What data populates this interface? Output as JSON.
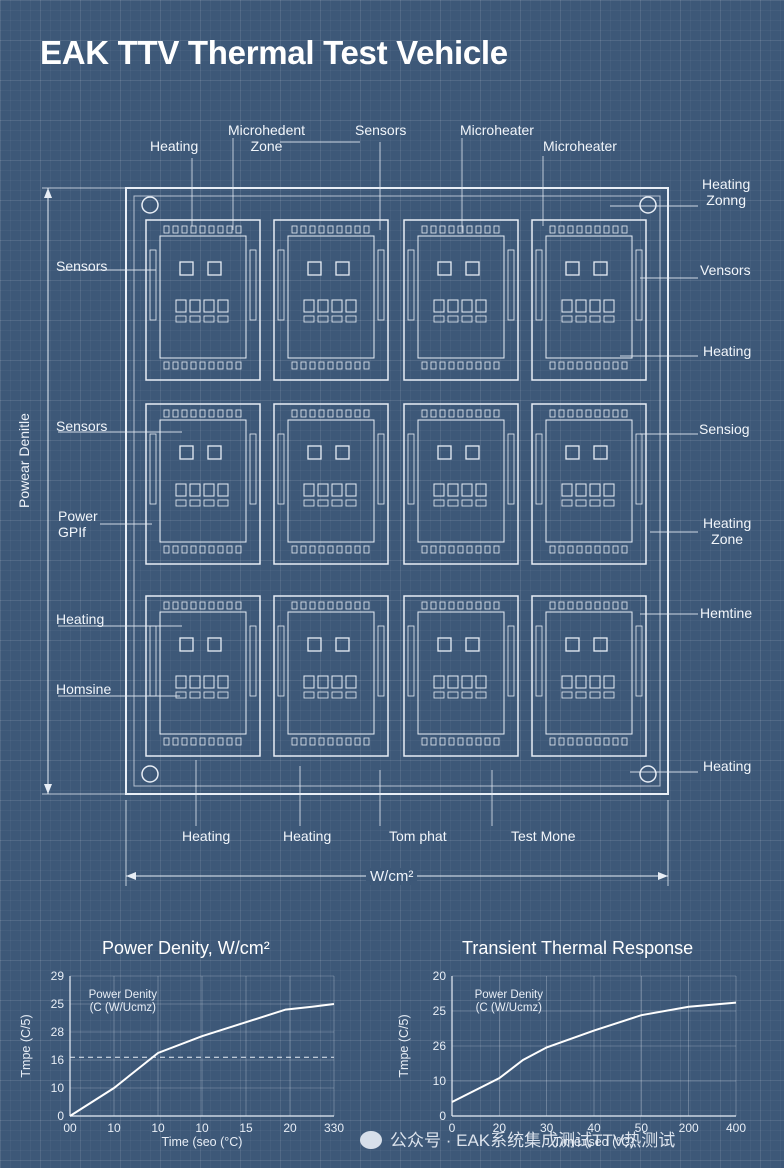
{
  "title": "EAK TTV Thermal Test Vehicle",
  "labels": {
    "top": [
      "Heating",
      "Microhedent\nZone",
      "Sensors",
      "Microheater",
      "Microheater"
    ],
    "left": [
      "Sensors",
      "Sensors",
      "Power\nGPIf",
      "Heating",
      "Homsine"
    ],
    "right": [
      "Heating\nZonng",
      "Vensors",
      "Heating",
      "Sensiog",
      "Heating\nZone",
      "Hemtine",
      "Heating"
    ],
    "bottom": [
      "Heating",
      "Heating",
      "Tom phat",
      "Test Mone"
    ],
    "y_dimension": "Powear Denitle",
    "x_dimension": "W/cm²"
  },
  "watermark": "公众号 · EAK系统集成测试TTV热测试",
  "colors": {
    "background": "#3d5878",
    "line": "#e8eef6",
    "accent": "#ffffff"
  },
  "chart_data": [
    {
      "type": "line",
      "title": "Power Denity, W/cm²",
      "xlabel": "Time (seo (°C)",
      "ylabel": "Tmpe (C/5)",
      "annotation": "Power Denity\n(C (W/Ucmz)",
      "xticks": [
        "00",
        "10",
        "10",
        "10",
        "15",
        "20",
        "330"
      ],
      "yticks": [
        "0",
        "10",
        "16",
        "28",
        "25",
        "29"
      ],
      "series": [
        {
          "values": [
            [
              0,
              0
            ],
            [
              1,
              0.2
            ],
            [
              2,
              0.45
            ],
            [
              3,
              0.57
            ],
            [
              4,
              0.67
            ],
            [
              4.9,
              0.76
            ],
            [
              5.5,
              0.78
            ],
            [
              6,
              0.8
            ]
          ]
        }
      ],
      "dashed_level": 0.42,
      "grid": true
    },
    {
      "type": "line",
      "title": "Transient Thermal Response",
      "xlabel": "Time (seo (°C)",
      "ylabel": "Tmpe (C/5)",
      "annotation": "Power Denity\n(C (W/Ucmz)",
      "xticks": [
        "0",
        "20",
        "30",
        "40",
        "50",
        "200",
        "400"
      ],
      "yticks": [
        "0",
        "10",
        "26",
        "25",
        "20"
      ],
      "series": [
        {
          "values": [
            [
              0,
              0.1
            ],
            [
              1,
              0.27
            ],
            [
              1.5,
              0.4
            ],
            [
              2,
              0.49
            ],
            [
              3,
              0.61
            ],
            [
              4,
              0.72
            ],
            [
              5,
              0.78
            ],
            [
              6,
              0.81
            ]
          ]
        }
      ],
      "grid": true
    }
  ]
}
